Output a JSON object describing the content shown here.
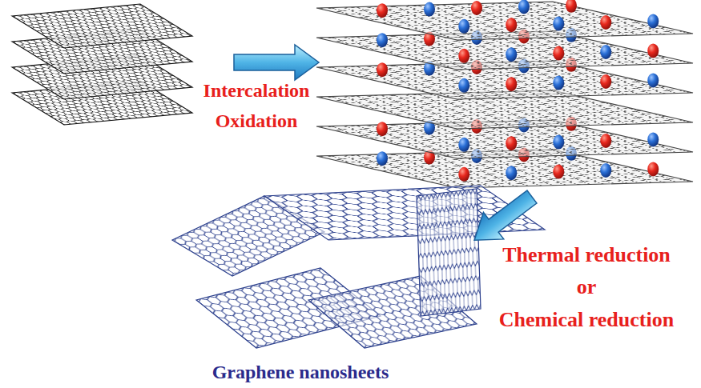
{
  "diagram": {
    "labels": [
      "Intercalation",
      "Oxidation",
      "Thermal reduction",
      "or",
      "Chemical reduction",
      "Graphene nanosheets"
    ]
  }
}
